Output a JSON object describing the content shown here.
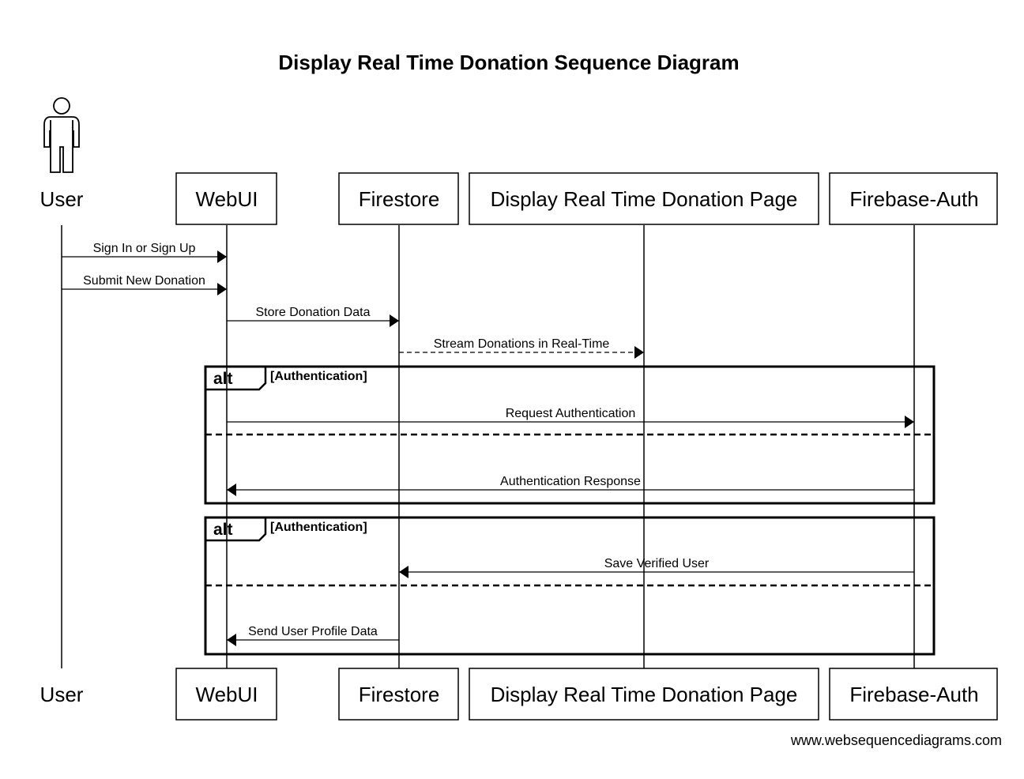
{
  "title": "Display Real Time Donation Sequence Diagram",
  "participants": [
    {
      "id": "user",
      "label": "User",
      "kind": "actor"
    },
    {
      "id": "webui",
      "label": "WebUI",
      "kind": "box"
    },
    {
      "id": "firestore",
      "label": "Firestore",
      "kind": "box"
    },
    {
      "id": "display",
      "label": "Display Real Time Donation Page",
      "kind": "box"
    },
    {
      "id": "auth",
      "label": "Firebase-Auth",
      "kind": "box"
    }
  ],
  "messages": [
    {
      "from": "user",
      "to": "webui",
      "label": "Sign In or Sign Up",
      "style": "solid"
    },
    {
      "from": "user",
      "to": "webui",
      "label": "Submit New Donation",
      "style": "solid"
    },
    {
      "from": "webui",
      "to": "firestore",
      "label": "Store Donation Data",
      "style": "solid"
    },
    {
      "from": "firestore",
      "to": "display",
      "label": "Stream Donations in Real-Time",
      "style": "dashed"
    },
    {
      "from": "webui",
      "to": "auth",
      "label": "Request Authentication",
      "style": "solid"
    },
    {
      "from": "auth",
      "to": "webui",
      "label": "Authentication Response",
      "style": "solid"
    },
    {
      "from": "auth",
      "to": "firestore",
      "label": "Save Verified User",
      "style": "solid"
    },
    {
      "from": "firestore",
      "to": "webui",
      "label": "Send User Profile Data",
      "style": "solid"
    }
  ],
  "frames": [
    {
      "tag": "alt",
      "condition": "[Authentication]"
    },
    {
      "tag": "alt",
      "condition": "[Authentication]"
    }
  ],
  "watermark": "www.websequencediagrams.com"
}
